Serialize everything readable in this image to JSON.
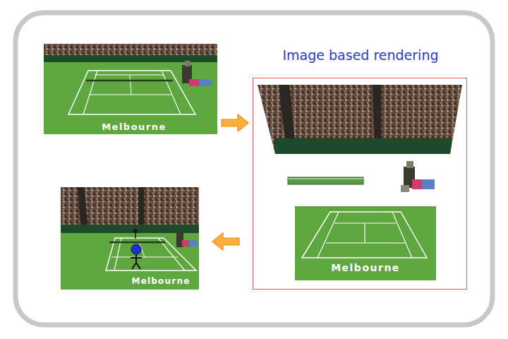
{
  "diagram": {
    "nodes": [
      {
        "text": [
          "Melbourne"
        ]
      },
      {
        "text": [
          "Image based rendering"
        ]
      },
      {
        "text": [
          "Melbourne"
        ],
        "in": 1
      },
      {
        "text": [
          "Melbourne"
        ]
      }
    ],
    "edges": [
      {
        "from": 0,
        "to": 1,
        "arrow": "to"
      },
      {
        "from": 1,
        "to": 3,
        "arrow": "to"
      }
    ]
  }
}
